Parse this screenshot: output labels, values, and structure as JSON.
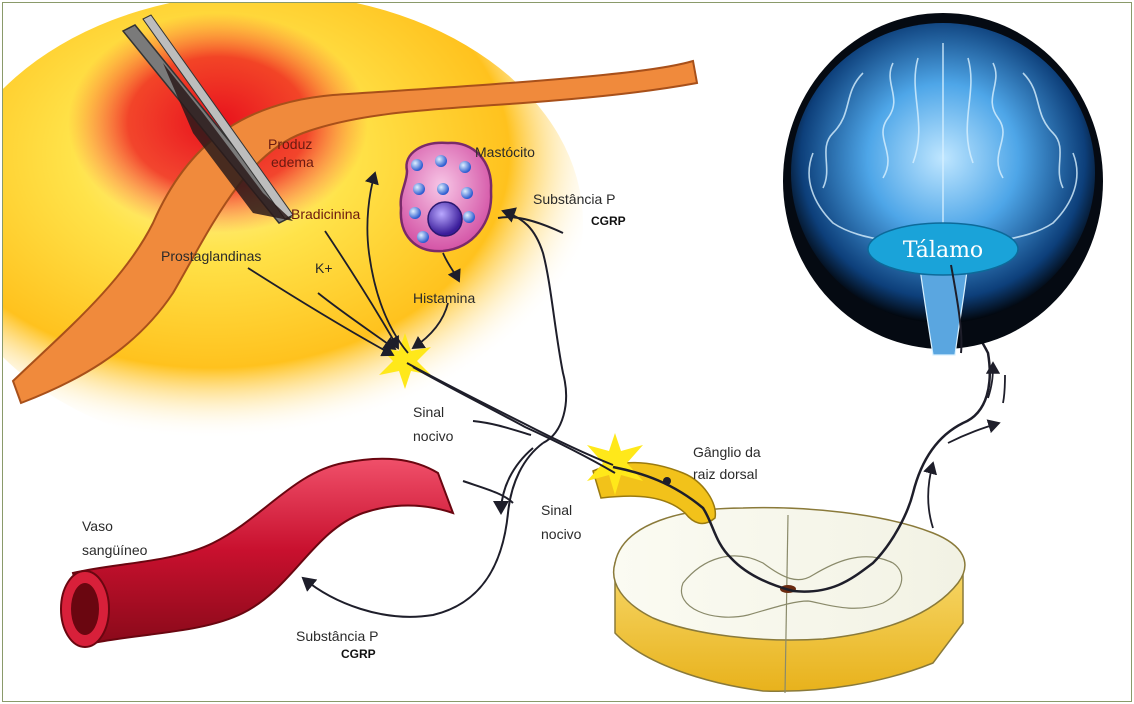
{
  "labels": {
    "produz_line1": "Produz",
    "produz_line2": "edema",
    "mastocito": "Mastócito",
    "substancia_p_top": "Substância P",
    "cgrp_top": "CGRP",
    "bradicinina": "Bradicinina",
    "prostaglandinas": "Prostaglandinas",
    "k_plus": "K+",
    "histamina": "Histamina",
    "sinal_nocivo_1_line1": "Sinal",
    "sinal_nocivo_1_line2": "nocivo",
    "ganglio_line1": "Gânglio da",
    "ganglio_line2": "raiz dorsal",
    "sinal_nocivo_2_line1": "Sinal",
    "sinal_nocivo_2_line2": "nocivo",
    "vaso_line1": "Vaso",
    "vaso_line2": "sangüíneo",
    "substancia_p_bottom": "Substância P",
    "cgrp_bottom": "CGRP",
    "talamo": "Tálamo"
  },
  "icons": {
    "needle": "needle-icon",
    "brain": "brain-icon",
    "mast_cell": "mast-cell-icon",
    "blood_vessel": "blood-vessel-icon",
    "spinal_cord": "spinal-cord-icon"
  },
  "colors": {
    "skin_band": "#f08a3c",
    "inflammation": "#ffd21a",
    "vessel": "#c8102e",
    "brain_blue": "#3a8fd8",
    "thalamus": "#1aa3d9",
    "nerve": "#1e1e2a"
  }
}
